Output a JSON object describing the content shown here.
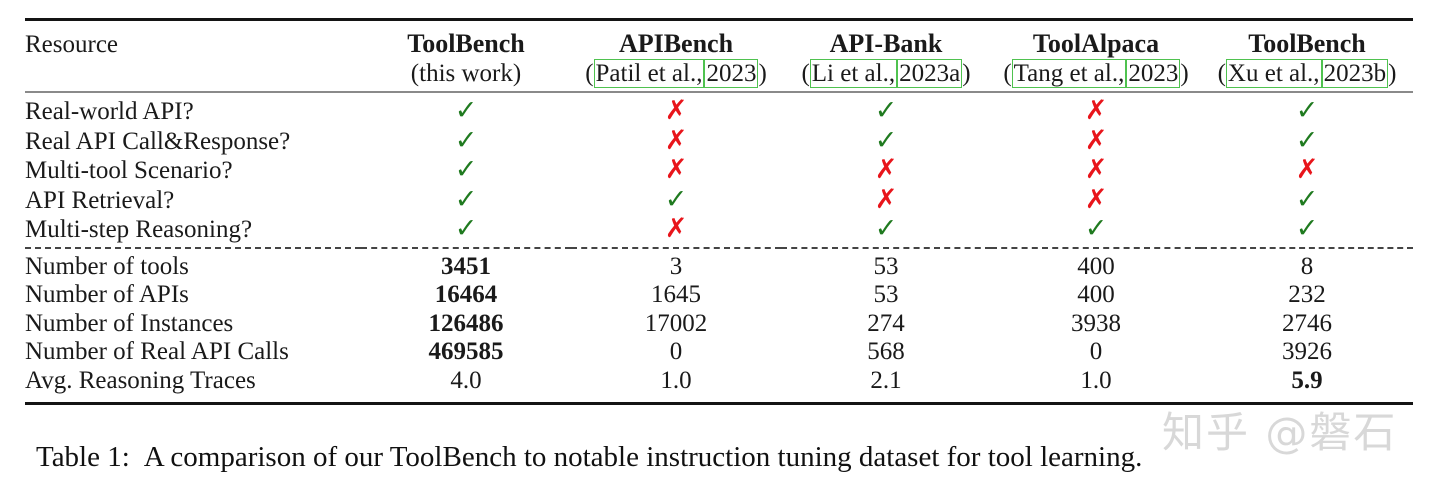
{
  "table": {
    "resource_header": "Resource",
    "columns": [
      {
        "name": "ToolBench",
        "sub_prefix": "(",
        "sub_author": "this work",
        "sub_year": "",
        "sub_suffix": ")",
        "linked": false
      },
      {
        "name": "APIBench",
        "sub_prefix": "(",
        "sub_author": "Patil et al.,",
        "sub_year": "2023",
        "sub_suffix": ")",
        "linked": true
      },
      {
        "name": "API-Bank",
        "sub_prefix": "(",
        "sub_author": "Li et al.,",
        "sub_year": "2023a",
        "sub_suffix": ")",
        "linked": true
      },
      {
        "name": "ToolAlpaca",
        "sub_prefix": "(",
        "sub_author": "Tang et al.,",
        "sub_year": "2023",
        "sub_suffix": ")",
        "linked": true
      },
      {
        "name": "ToolBench",
        "sub_prefix": "(",
        "sub_author": "Xu et al.,",
        "sub_year": "2023b",
        "sub_suffix": ")",
        "linked": true
      }
    ],
    "check_glyph": "✓",
    "cross_glyph": "✗",
    "check_color": "#1f7a1f",
    "cross_color": "#e8151b",
    "boolean_rows": [
      {
        "label": "Real-world API?",
        "values": [
          "yes",
          "no",
          "yes",
          "no",
          "yes"
        ]
      },
      {
        "label": "Real API Call&Response?",
        "values": [
          "yes",
          "no",
          "yes",
          "no",
          "yes"
        ]
      },
      {
        "label": "Multi-tool Scenario?",
        "values": [
          "yes",
          "no",
          "no",
          "no",
          "no"
        ]
      },
      {
        "label": "API Retrieval?",
        "values": [
          "yes",
          "yes",
          "no",
          "no",
          "yes"
        ]
      },
      {
        "label": "Multi-step Reasoning?",
        "values": [
          "yes",
          "no",
          "yes",
          "yes",
          "yes"
        ]
      }
    ],
    "numeric_rows": [
      {
        "label": "Number of tools",
        "values": [
          "3451",
          "3",
          "53",
          "400",
          "8"
        ],
        "bold": [
          true,
          false,
          false,
          false,
          false
        ]
      },
      {
        "label": "Number of APIs",
        "values": [
          "16464",
          "1645",
          "53",
          "400",
          "232"
        ],
        "bold": [
          true,
          false,
          false,
          false,
          false
        ]
      },
      {
        "label": "Number of Instances",
        "values": [
          "126486",
          "17002",
          "274",
          "3938",
          "2746"
        ],
        "bold": [
          true,
          false,
          false,
          false,
          false
        ]
      },
      {
        "label": "Number of Real API Calls",
        "values": [
          "469585",
          "0",
          "568",
          "0",
          "3926"
        ],
        "bold": [
          true,
          false,
          false,
          false,
          false
        ]
      },
      {
        "label": "Avg. Reasoning Traces",
        "values": [
          "4.0",
          "1.0",
          "2.1",
          "1.0",
          "5.9"
        ],
        "bold": [
          false,
          false,
          false,
          false,
          true
        ]
      }
    ]
  },
  "caption": {
    "label": "Table 1:",
    "text": "A comparison of our ToolBench to notable instruction tuning dataset for tool learning."
  },
  "watermark": {
    "text": "知乎 @磐石"
  }
}
